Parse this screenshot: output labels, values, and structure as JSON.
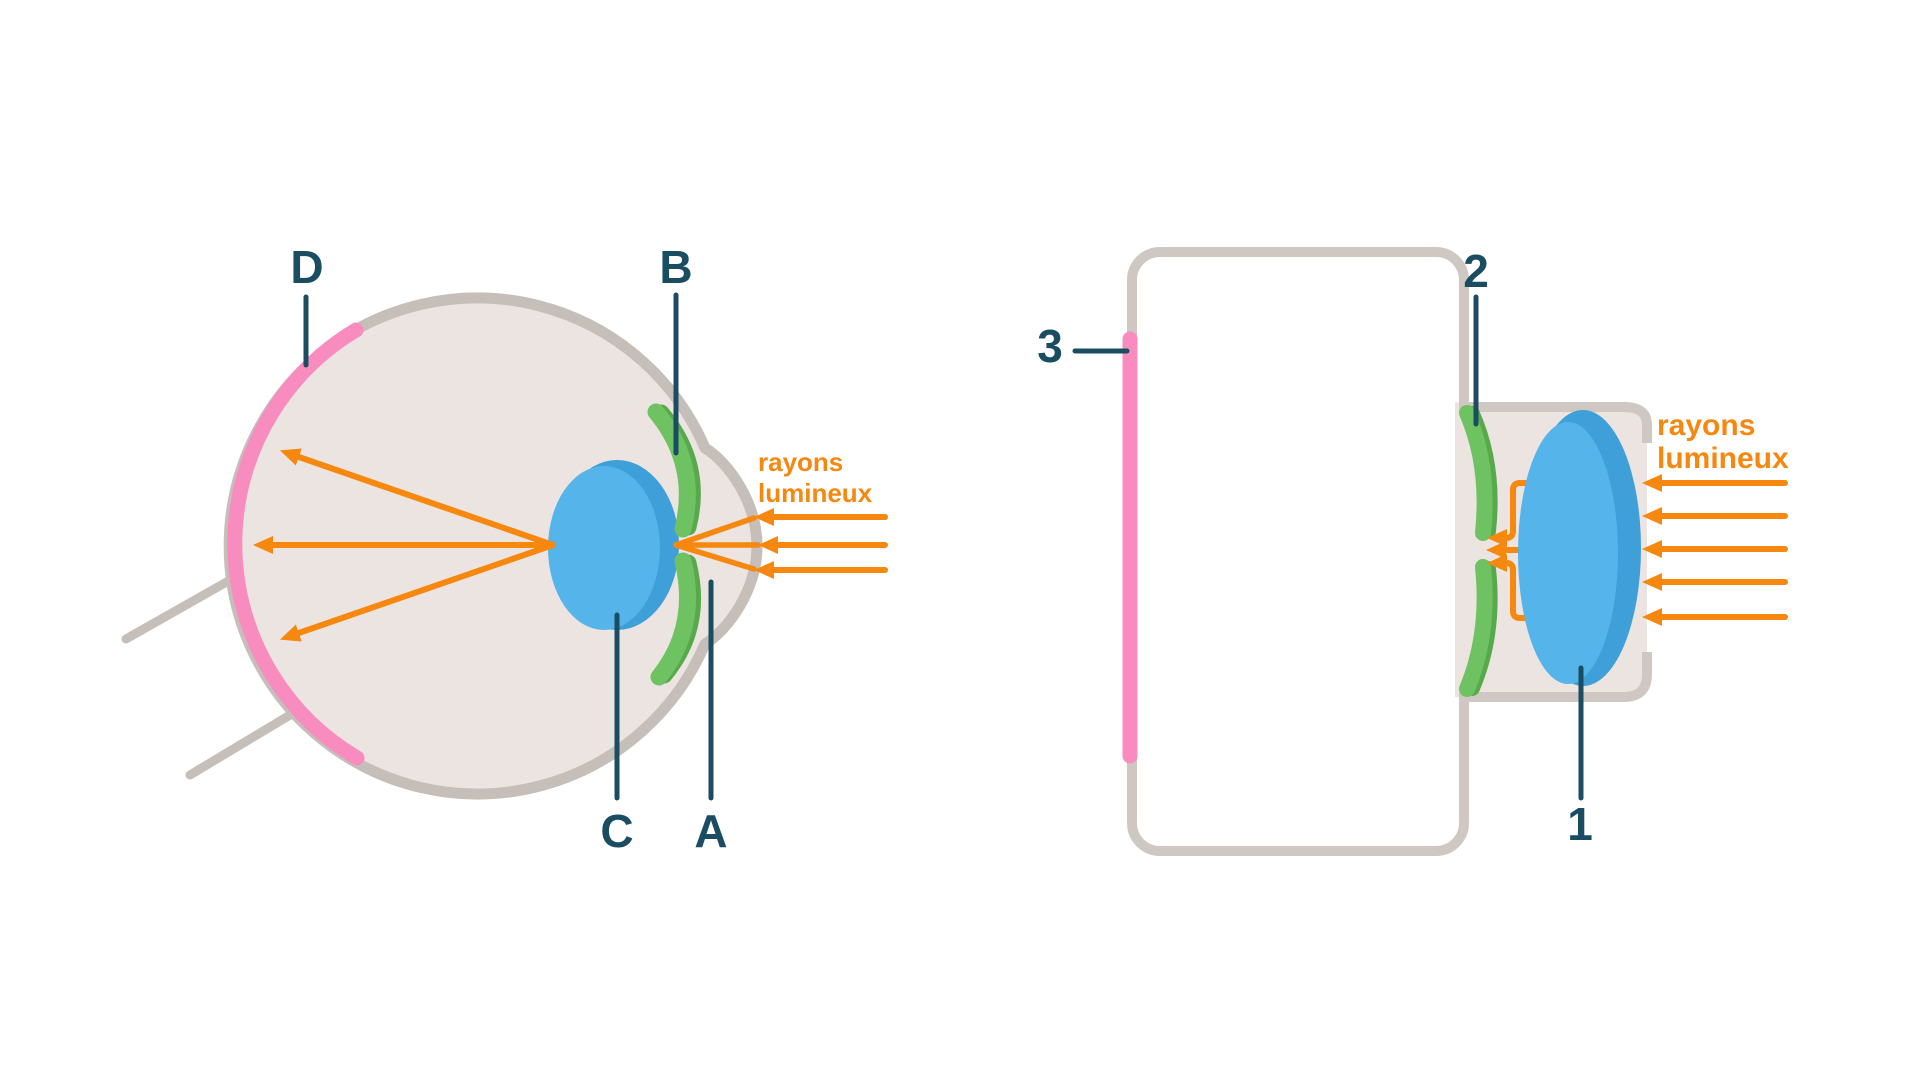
{
  "colors": {
    "bg": "#ffffff",
    "orange": "#f6870f",
    "pink": "#f98cbe",
    "green": "#6ec261",
    "green_dark": "#58a94c",
    "blue": "#55b4e9",
    "blue_dark": "#3e9fd9",
    "teal": "#1b4d62",
    "outline_grey": "#c6beb9",
    "camera_grey": "#cfc7c2",
    "beige": "#ece4e0"
  },
  "eye_diagram": {
    "labels": {
      "retina": "D",
      "iris": "B",
      "lens": "C",
      "cornea": "A"
    },
    "light_rays_caption": {
      "line1": "rayons",
      "line2": "lumineux"
    }
  },
  "camera_diagram": {
    "labels": {
      "lens": "1",
      "diaphragm": "2",
      "film": "3"
    },
    "light_rays_caption": {
      "line1": "rayons",
      "line2": "lumineux"
    }
  }
}
